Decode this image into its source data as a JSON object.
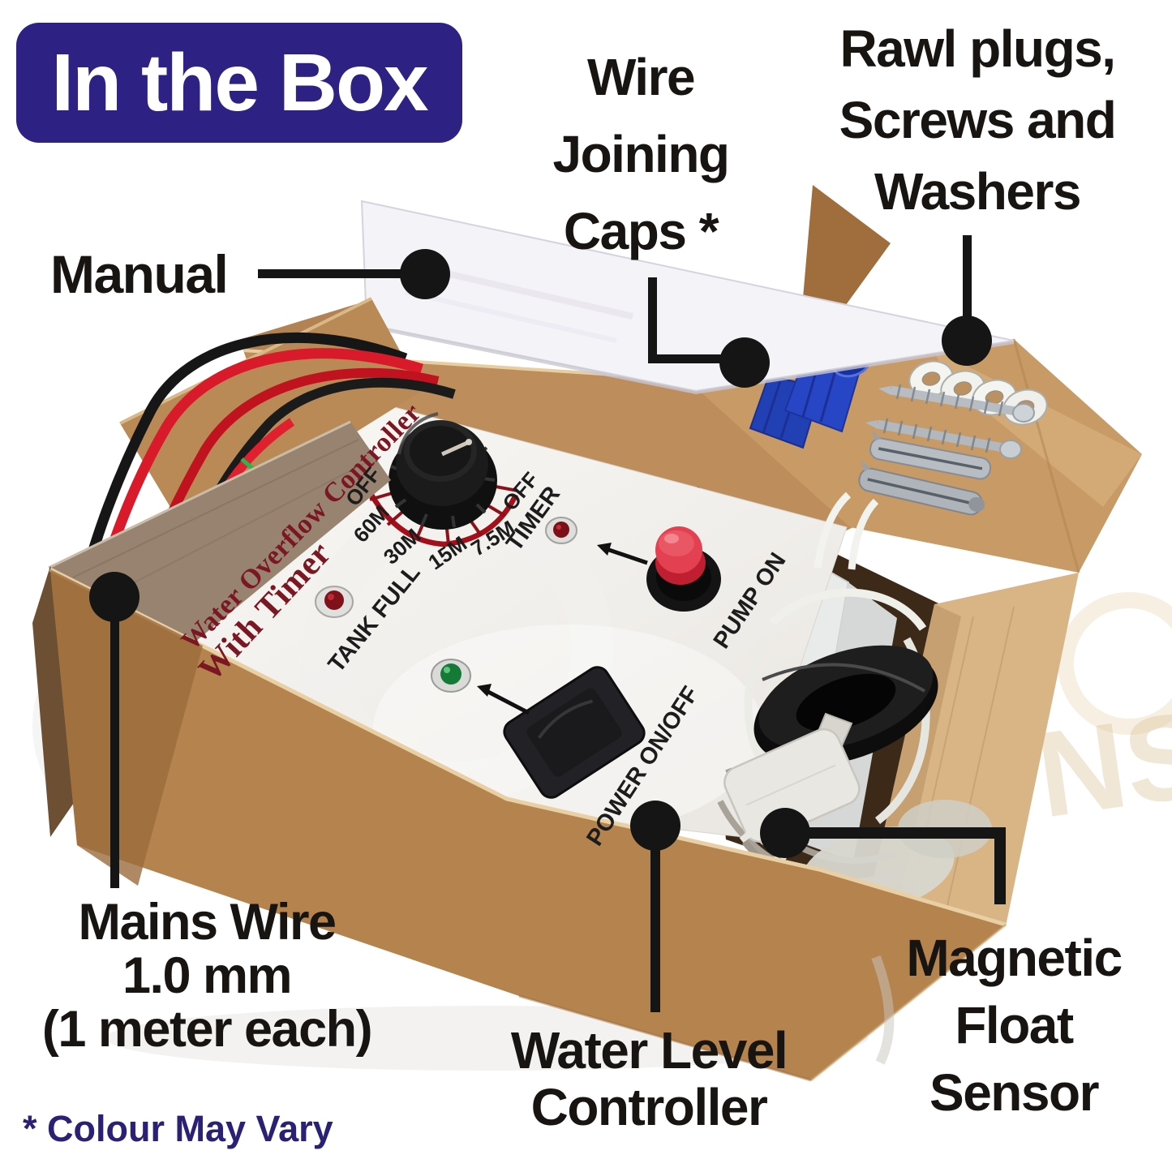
{
  "badge": {
    "label": "In the Box"
  },
  "callouts": {
    "manual": {
      "label": "Manual"
    },
    "wire_joining_caps": {
      "lines": [
        "Wire",
        "Joining",
        "Caps *"
      ]
    },
    "rawl_plugs": {
      "lines": [
        "Rawl plugs,",
        "Screws and",
        "Washers"
      ]
    },
    "mains_wire": {
      "lines": [
        "Mains Wire",
        "1.0 mm",
        "(1 meter each)"
      ]
    },
    "water_level_controller": {
      "lines": [
        "Water Level",
        "Controller"
      ]
    },
    "magnetic_float_sensor": {
      "lines": [
        "Magnetic",
        "Float",
        "Sensor"
      ]
    }
  },
  "footnote": {
    "label": "* Colour May Vary"
  },
  "panel": {
    "title_line1": "Water Overflow Controller",
    "title_line2": "With Timer",
    "dial_labels": [
      "OFF",
      "60M",
      "30M",
      "15M",
      "7.5M",
      "OFF"
    ],
    "timer_label": "TIMER",
    "tank_full_label": "TANK FULL",
    "pump_on_label": "PUMP ON",
    "power_label": "POWER ON/OFF"
  },
  "watermark": {
    "text": "NS"
  },
  "colors": {
    "badge_bg": "#2e2184",
    "badge_text": "#ffffff",
    "label_text": "#171412",
    "footnote_text": "#2a2076",
    "panel_title_red": "#7b1722",
    "dial_arc_red": "#a50f1a",
    "cardboard": "#c3945f",
    "callout_black": "#151515"
  }
}
